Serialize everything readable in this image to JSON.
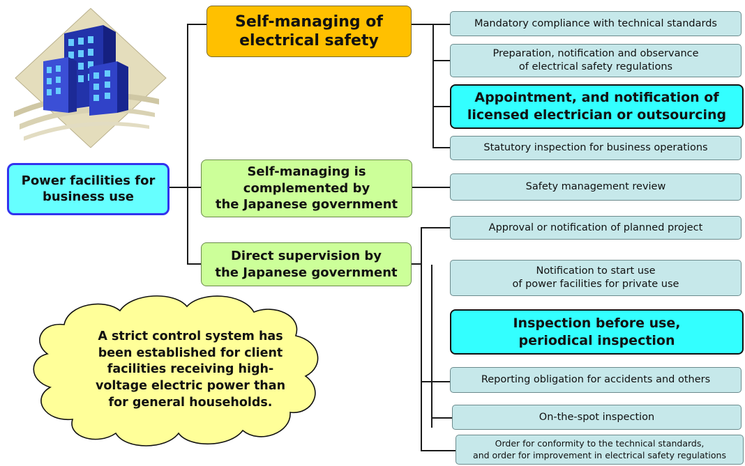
{
  "root": {
    "label": "Power facilities for\nbusiness use"
  },
  "categories": [
    {
      "label": "Self-managing of\nelectrical safety"
    },
    {
      "label": "Self-managing is\ncomplemented by\nthe Japanese government"
    },
    {
      "label": "Direct supervision by\nthe Japanese government"
    }
  ],
  "items": [
    {
      "label": "Mandatory compliance with technical standards"
    },
    {
      "label": "Preparation, notification and observance\nof electrical safety regulations"
    },
    {
      "label": "Appointment, and notification of\nlicensed electrician or outsourcing"
    },
    {
      "label": "Statutory inspection for business operations"
    },
    {
      "label": "Safety management review"
    },
    {
      "label": "Approval or notification of planned project"
    },
    {
      "label": "Notification to start use\nof power facilities for private use"
    },
    {
      "label": "Inspection before use,\nperiodical inspection"
    },
    {
      "label": "Reporting obligation for accidents and others"
    },
    {
      "label": "On-the-spot inspection"
    },
    {
      "label": "Order for conformity to the technical standards,\nand order for improvement in electrical safety regulations"
    }
  ],
  "note": {
    "text": "A strict control system has\nbeen established for client\nfacilities receiving high-\nvoltage electric power than\nfor general households."
  },
  "colors": {
    "root_fill": "#66ffff",
    "root_border": "#3333ee",
    "orange_fill": "#ffc000",
    "green_fill": "#ccff99",
    "item_fill": "#c6e8ea",
    "highlight_fill": "#33ffff",
    "cloud_fill": "#ffff99"
  },
  "icons": {
    "illustration": "office-buildings-icon"
  }
}
